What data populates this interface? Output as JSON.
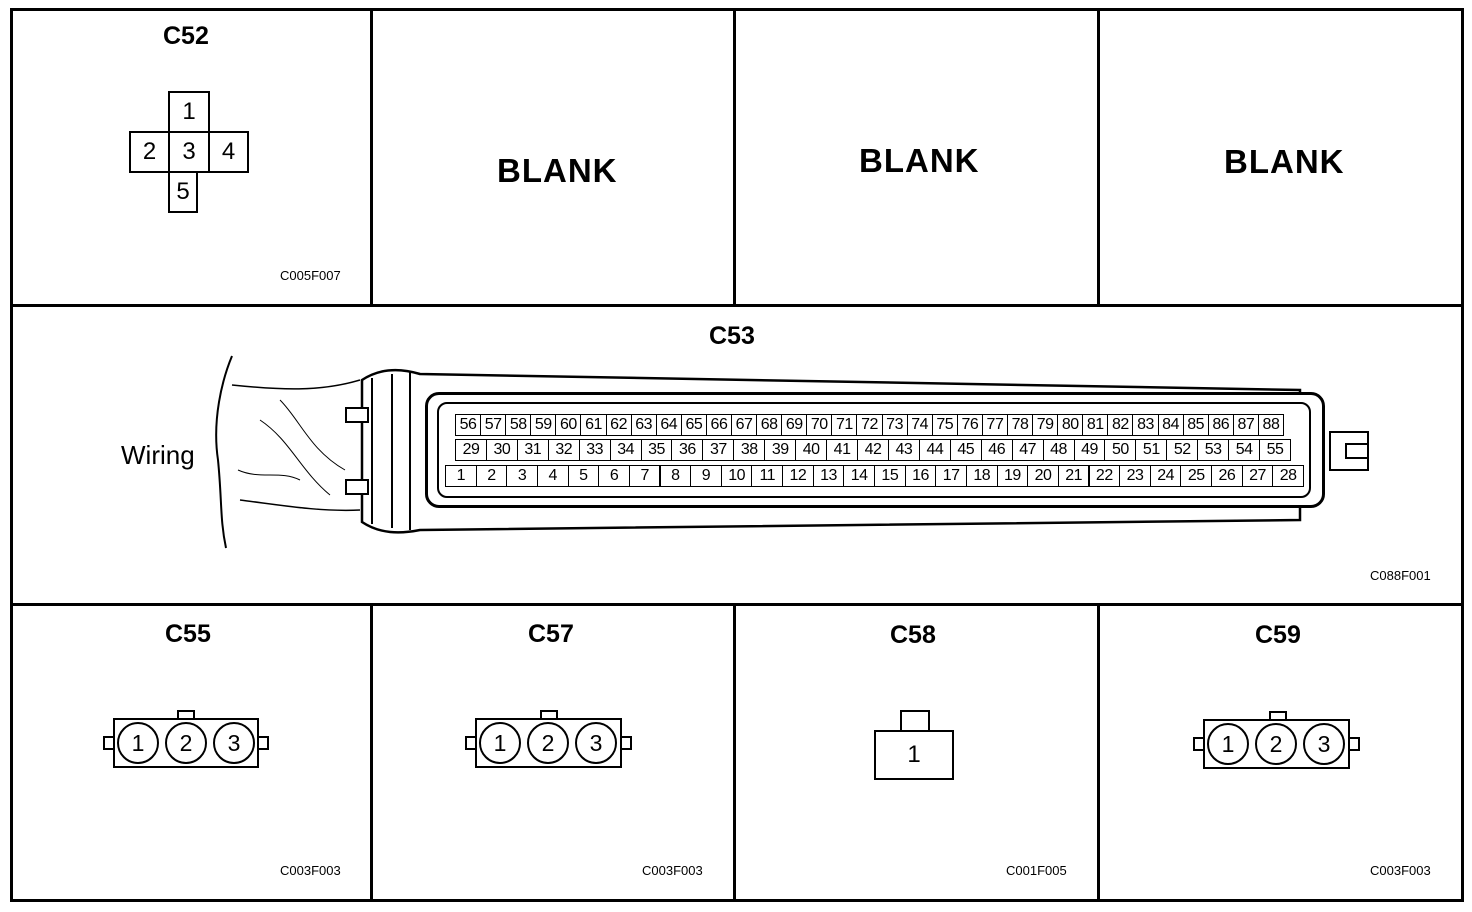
{
  "panels": {
    "c52": {
      "title": "C52",
      "pins": [
        "1",
        "2",
        "3",
        "4",
        "5"
      ],
      "code": "C005F007"
    },
    "blank1": {
      "label": "BLANK"
    },
    "blank2": {
      "label": "BLANK"
    },
    "blank3": {
      "label": "BLANK"
    },
    "c53": {
      "title": "C53",
      "wiring_label": "Wiring",
      "code": "C088F001",
      "row_top": [
        "56",
        "57",
        "58",
        "59",
        "60",
        "61",
        "62",
        "63",
        "64",
        "65",
        "66",
        "67",
        "68",
        "69",
        "70",
        "71",
        "72",
        "73",
        "74",
        "75",
        "76",
        "77",
        "78",
        "79",
        "80",
        "81",
        "82",
        "83",
        "84",
        "85",
        "86",
        "87",
        "88"
      ],
      "row_mid": [
        "29",
        "30",
        "31",
        "32",
        "33",
        "34",
        "35",
        "36",
        "37",
        "38",
        "39",
        "40",
        "41",
        "42",
        "43",
        "44",
        "45",
        "46",
        "47",
        "48",
        "49",
        "50",
        "51",
        "52",
        "53",
        "54",
        "55"
      ],
      "row_bot": [
        "1",
        "2",
        "3",
        "4",
        "5",
        "6",
        "7",
        "8",
        "9",
        "10",
        "11",
        "12",
        "13",
        "14",
        "15",
        "16",
        "17",
        "18",
        "19",
        "20",
        "21",
        "22",
        "23",
        "24",
        "25",
        "26",
        "27",
        "28"
      ]
    },
    "c55": {
      "title": "C55",
      "pins": [
        "1",
        "2",
        "3"
      ],
      "code": "C003F003"
    },
    "c57": {
      "title": "C57",
      "pins": [
        "1",
        "2",
        "3"
      ],
      "code": "C003F003"
    },
    "c58": {
      "title": "C58",
      "pins": [
        "1"
      ],
      "code": "C001F005"
    },
    "c59": {
      "title": "C59",
      "pins": [
        "1",
        "2",
        "3"
      ],
      "code": "C003F003"
    }
  }
}
